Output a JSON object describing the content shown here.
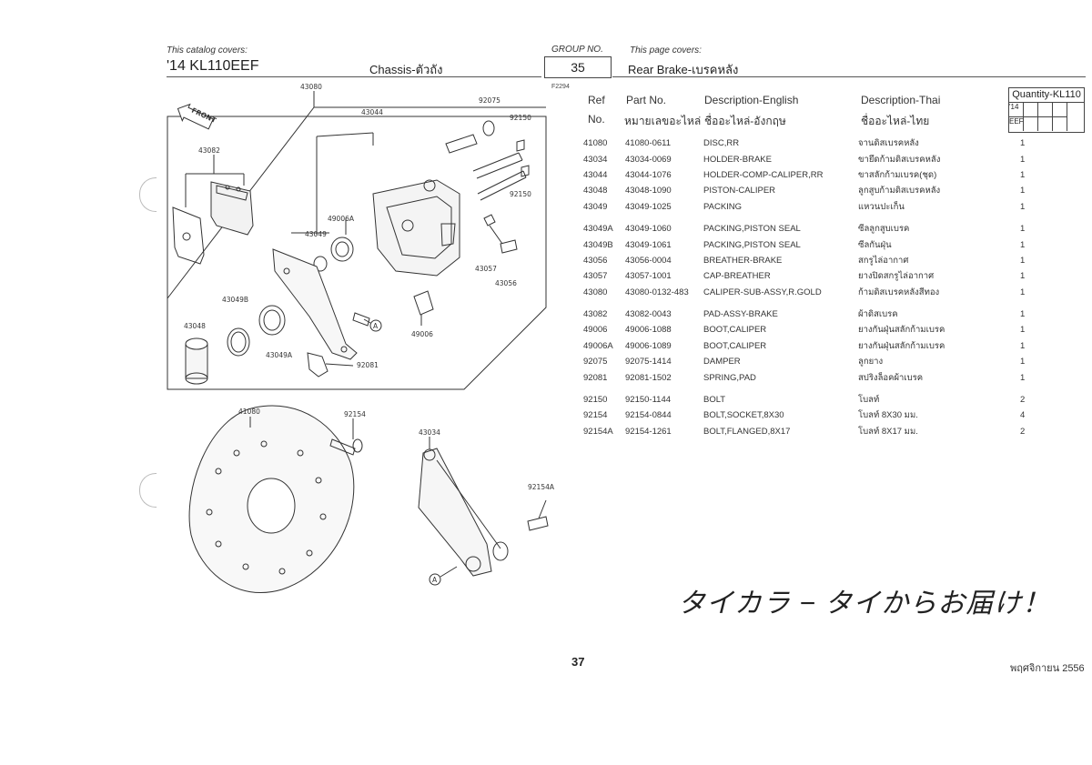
{
  "header": {
    "catalog_label": "This catalog covers:",
    "model": "'14 KL110EEF",
    "section": "Chassis-ตัวถัง",
    "group_label": "GROUP NO.",
    "group_no": "35",
    "page_covers_label": "This page covers:",
    "page_title": "Rear Brake-เบรคหลัง",
    "figure_code": "F2294"
  },
  "columns": {
    "ref": "Ref",
    "no": "No.",
    "part_no": "Part No.",
    "part_no_thai": "หมายเลขอะไหล่",
    "desc_en": "Description-English",
    "desc_en_thai": "ชื่ออะไหล่-อังกฤษ",
    "desc_th": "Description-Thai",
    "desc_th_thai": "ชื่ออะไหล่-ไทย",
    "quantity": "Quantity-KL110",
    "year": "'14",
    "variant": "EEF"
  },
  "parts": [
    {
      "ref": "41080",
      "part": "41080-0611",
      "en": "DISC,RR",
      "th": "จานดิสเบรคหลัง",
      "qty": "1"
    },
    {
      "ref": "43034",
      "part": "43034-0069",
      "en": "HOLDER-BRAKE",
      "th": "ขายึดก้ามดิสเบรคหลัง",
      "qty": "1"
    },
    {
      "ref": "43044",
      "part": "43044-1076",
      "en": "HOLDER-COMP-CALIPER,RR",
      "th": "ขาสลักก้ามเบรค(ชุด)",
      "qty": "1"
    },
    {
      "ref": "43048",
      "part": "43048-1090",
      "en": "PISTON-CALIPER",
      "th": "ลูกสูบก้ามดิสเบรคหลัง",
      "qty": "1"
    },
    {
      "ref": "43049",
      "part": "43049-1025",
      "en": "PACKING",
      "th": "แหวนปะเก็น",
      "qty": "1",
      "gap_after": true
    },
    {
      "ref": "43049A",
      "part": "43049-1060",
      "en": "PACKING,PISTON SEAL",
      "th": "ซีลลูกสูบเบรค",
      "qty": "1"
    },
    {
      "ref": "43049B",
      "part": "43049-1061",
      "en": "PACKING,PISTON SEAL",
      "th": "ซีลกันฝุ่น",
      "qty": "1"
    },
    {
      "ref": "43056",
      "part": "43056-0004",
      "en": "BREATHER-BRAKE",
      "th": "สกรูไล่อากาศ",
      "qty": "1"
    },
    {
      "ref": "43057",
      "part": "43057-1001",
      "en": "CAP-BREATHER",
      "th": "ยางปิดสกรูไล่อากาศ",
      "qty": "1"
    },
    {
      "ref": "43080",
      "part": "43080-0132-483",
      "en": "CALIPER-SUB-ASSY,R.GOLD",
      "th": "ก้ามดิสเบรคหลังสีทอง",
      "qty": "1",
      "gap_after": true
    },
    {
      "ref": "43082",
      "part": "43082-0043",
      "en": "PAD-ASSY-BRAKE",
      "th": "ผ้าดิสเบรค",
      "qty": "1"
    },
    {
      "ref": "49006",
      "part": "49006-1088",
      "en": "BOOT,CALIPER",
      "th": "ยางกันฝุ่นสลักก้ามเบรค",
      "qty": "1"
    },
    {
      "ref": "49006A",
      "part": "49006-1089",
      "en": "BOOT,CALIPER",
      "th": "ยางกันฝุ่นสลักก้ามเบรค",
      "qty": "1"
    },
    {
      "ref": "92075",
      "part": "92075-1414",
      "en": "DAMPER",
      "th": "ลูกยาง",
      "qty": "1"
    },
    {
      "ref": "92081",
      "part": "92081-1502",
      "en": "SPRING,PAD",
      "th": "สปริงล็อคผ้าเบรค",
      "qty": "1",
      "gap_after": true
    },
    {
      "ref": "92150",
      "part": "92150-1144",
      "en": "BOLT",
      "th": "โบลท์",
      "qty": "2"
    },
    {
      "ref": "92154",
      "part": "92154-0844",
      "en": "BOLT,SOCKET,8X30",
      "th": "โบลท์ 8X30 มม.",
      "qty": "4"
    },
    {
      "ref": "92154A",
      "part": "92154-1261",
      "en": "BOLT,FLANGED,8X17",
      "th": "โบลท์ 8X17 มม.",
      "qty": "2"
    }
  ],
  "diagram": {
    "front_label": "FRONT",
    "callouts": {
      "c43080": "43080",
      "c92075": "92075",
      "c43044": "43044",
      "c92150a": "92150",
      "c92150b": "92150",
      "c43082": "43082",
      "c49006A": "49006A",
      "c43049": "43049",
      "c43057": "43057",
      "c43056": "43056",
      "c43049B": "43049B",
      "c43048": "43048",
      "c43049A": "43049A",
      "c49006": "49006",
      "c92081": "92081",
      "c41080": "41080",
      "c92154": "92154",
      "c43034": "43034",
      "c92154A": "92154A",
      "marker_a": "A",
      "marker_b": "A"
    }
  },
  "footer": {
    "note": "タイカラ − タイからお届け！",
    "page_number": "37",
    "date": "พฤศจิกายน 2556"
  }
}
